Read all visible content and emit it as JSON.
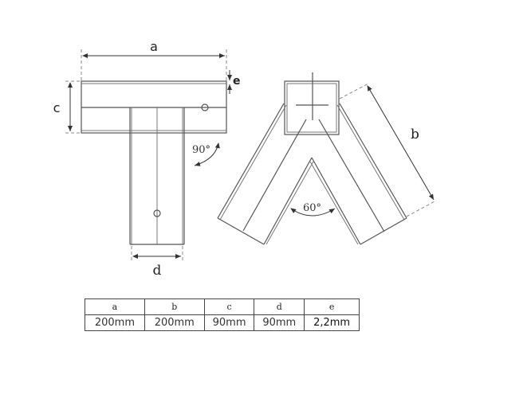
{
  "diagram": {
    "t_joint": {
      "label_a": "a",
      "label_c": "c",
      "label_d": "d",
      "label_e": "e",
      "angle": "90°"
    },
    "y_joint": {
      "label_b": "b",
      "angle": "60°"
    }
  },
  "dimensions_table": {
    "headers": [
      "a",
      "b",
      "c",
      "d",
      "e"
    ],
    "values": [
      "200mm",
      "200mm",
      "90mm",
      "90mm",
      "2,2mm"
    ]
  },
  "colors": {
    "line": "#555555",
    "text": "#222222",
    "background": "#ffffff"
  }
}
